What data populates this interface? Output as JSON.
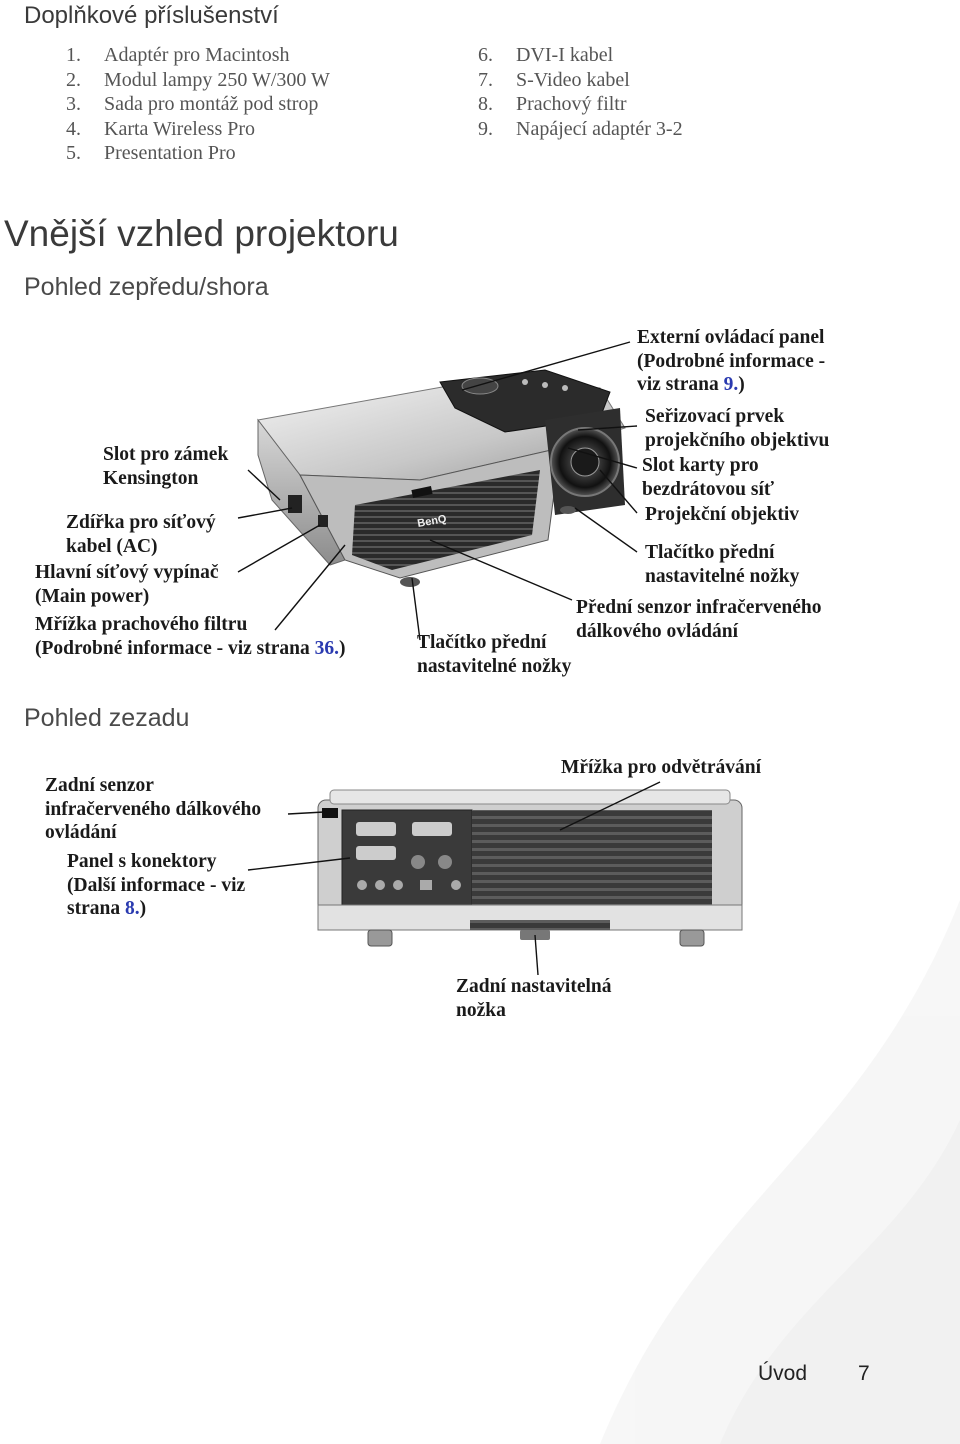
{
  "accessories": {
    "heading": "Doplňkové příslušenství",
    "left_items": [
      {
        "num": "1.",
        "text": "Adaptér pro Macintosh"
      },
      {
        "num": "2.",
        "text": "Modul lampy 250 W/300 W"
      },
      {
        "num": "3.",
        "text": "Sada pro montáž pod strop"
      },
      {
        "num": "4.",
        "text": "Karta Wireless Pro"
      },
      {
        "num": "5.",
        "text": "Presentation Pro"
      }
    ],
    "right_items": [
      {
        "num": "6.",
        "text": "DVI-I kabel"
      },
      {
        "num": "7.",
        "text": "S-Video kabel"
      },
      {
        "num": "8.",
        "text": "Prachový filtr"
      },
      {
        "num": "9.",
        "text": "Napájecí adaptér 3-2"
      }
    ]
  },
  "exterior": {
    "heading": "Vnější vzhled projektoru",
    "front_heading": "Pohled zepředu/shora",
    "rear_heading": "Pohled zezadu"
  },
  "front_labels": {
    "control_panel": {
      "l1": "Externí ovládací panel",
      "l2": "(Podrobné informace -",
      "l3": "viz strana ",
      "page": "9.",
      "tail": ")"
    },
    "lens_adjust": {
      "l1": "Seřizovací prvek",
      "l2": "projekčního objektivu"
    },
    "wireless_slot": {
      "l1": "Slot karty pro",
      "l2": "bezdrátovou síť"
    },
    "lens": "Projekční objektiv",
    "front_foot_right": {
      "l1": "Tlačítko přední",
      "l2": "nastavitelné nožky"
    },
    "front_ir": {
      "l1": "Přední senzor infračerveného",
      "l2": "dálkového ovládání"
    },
    "front_foot_center": {
      "l1": "Tlačítko přední",
      "l2": "nastavitelné nožky"
    },
    "kensington": {
      "l1": "Slot pro zámek",
      "l2": "Kensington"
    },
    "ac_socket": {
      "l1": "Zdířka pro síťový",
      "l2": "kabel (AC)"
    },
    "main_power": {
      "l1": "Hlavní síťový vypínač",
      "l2": "(Main power)"
    },
    "dust_filter": {
      "l1": "Mřížka prachového filtru",
      "l2": "(Podrobné informace - viz strana ",
      "page": "36.",
      "tail": ")"
    }
  },
  "rear_labels": {
    "rear_ir": {
      "l1": "Zadní senzor",
      "l2": "infračerveného dálkového",
      "l3": "ovládání"
    },
    "connector_panel": {
      "l1": "Panel s konektory",
      "l2": "(Další informace - viz",
      "l3": "strana ",
      "page": "8.",
      "tail": ")"
    },
    "vent": "Mřížka pro odvětrávání",
    "rear_foot": {
      "l1": "Zadní nastavitelná",
      "l2": "nožka"
    }
  },
  "footer": {
    "section": "Úvod",
    "page": "7"
  },
  "brand": {
    "logo_text": "BenQ"
  },
  "colors": {
    "page_ref": "#2a3ab0"
  }
}
